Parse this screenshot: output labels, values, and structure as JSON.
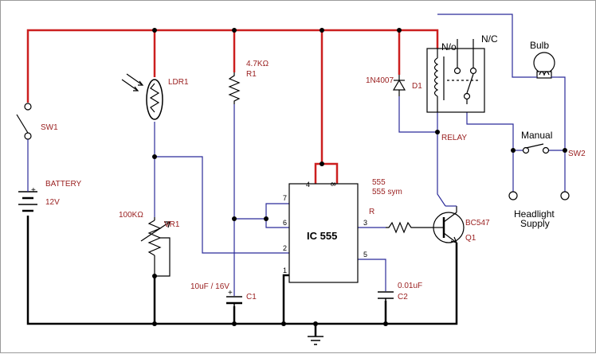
{
  "colors": {
    "power_wire": "#cc1f1f",
    "signal_wire": "#2b2b9a",
    "ground_wire": "#000000",
    "component": "#000000",
    "label_red": "#9a2020",
    "label_black": "#000000"
  },
  "labels": {
    "sw1": "SW1",
    "battery": "BATTERY",
    "battery_voltage": "12V",
    "ldr": "LDR1",
    "vr_value": "100KΩ",
    "vr": "VR1",
    "r1_value": "4.7KΩ",
    "r1": "R1",
    "c1_value": "10uF / 16V",
    "c1": "C1",
    "ic_name": "IC 555",
    "ic_part": "555",
    "ic_sym": "555 sym",
    "r_label": "R",
    "d1_part": "1N4007",
    "d1": "D1",
    "relay": "RELAY",
    "no": "N/o",
    "nc": "N/C",
    "bulb": "Bulb",
    "manual": "Manual",
    "sw2": "SW2",
    "headlight_supply": "Headlight\nSupply",
    "q1_part": "BC547",
    "q1": "Q1",
    "c2_value": "0.01uF",
    "c2": "C2",
    "pin7": "7",
    "pin6": "6",
    "pin2": "2",
    "pin1": "1",
    "pin3": "3",
    "pin5": "5",
    "pin4": "4",
    "pin8": "8"
  }
}
